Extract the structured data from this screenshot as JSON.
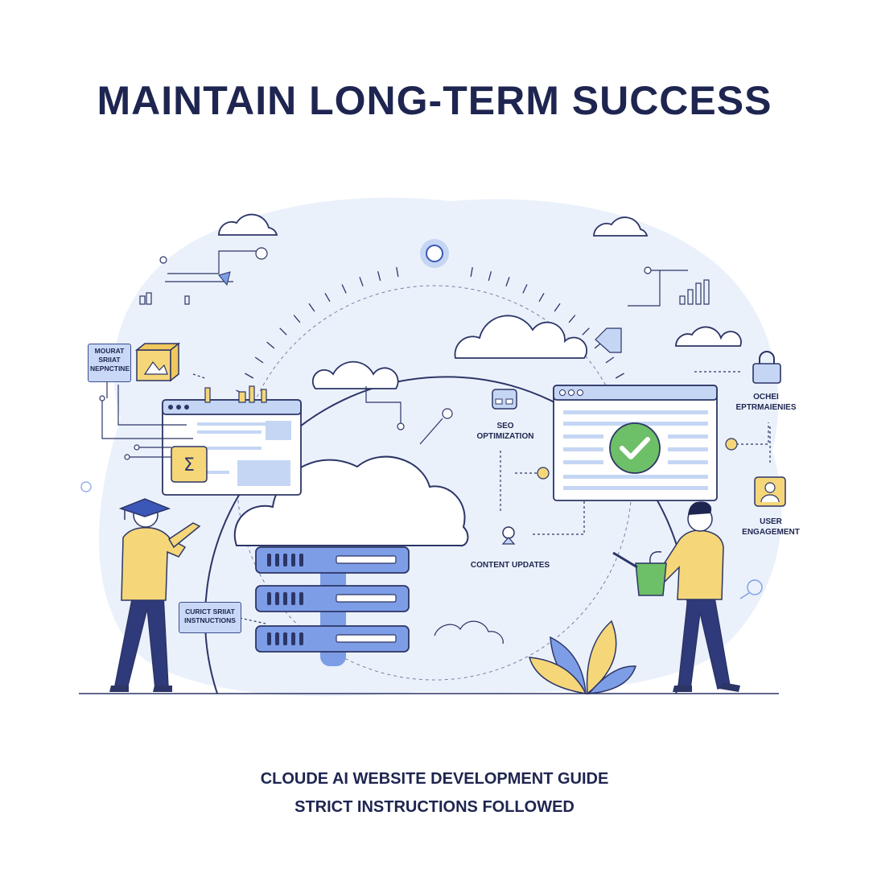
{
  "title": "MAINTAIN LONG-TERM SUCCESS",
  "labels": {
    "left_box": "MOURAT\nSRIIAT\nNEPNCTINE",
    "strict_box": "CURICT SRIIAT\nINSTNUCTIONS",
    "seo": "SEO\nOPTIMIZATION",
    "content": "CONTENT UPDATES",
    "other": "OCHEI\nEPTRMAIENIES",
    "user": "USER\nENGAGEMENT"
  },
  "footer": {
    "line1": "CLOUDE AI WEBSITE DEVELOPMENT GUIDE",
    "line2": "STRICT INSTRUCTIONS FOLLOWED"
  },
  "colors": {
    "navy": "#1e2550",
    "outline": "#2c3566",
    "light_blue": "#e9f0fb",
    "mid_blue": "#c5d6f4",
    "accent_blue": "#7d9de6",
    "yellow": "#f5d77a",
    "green": "#6dbf68"
  }
}
